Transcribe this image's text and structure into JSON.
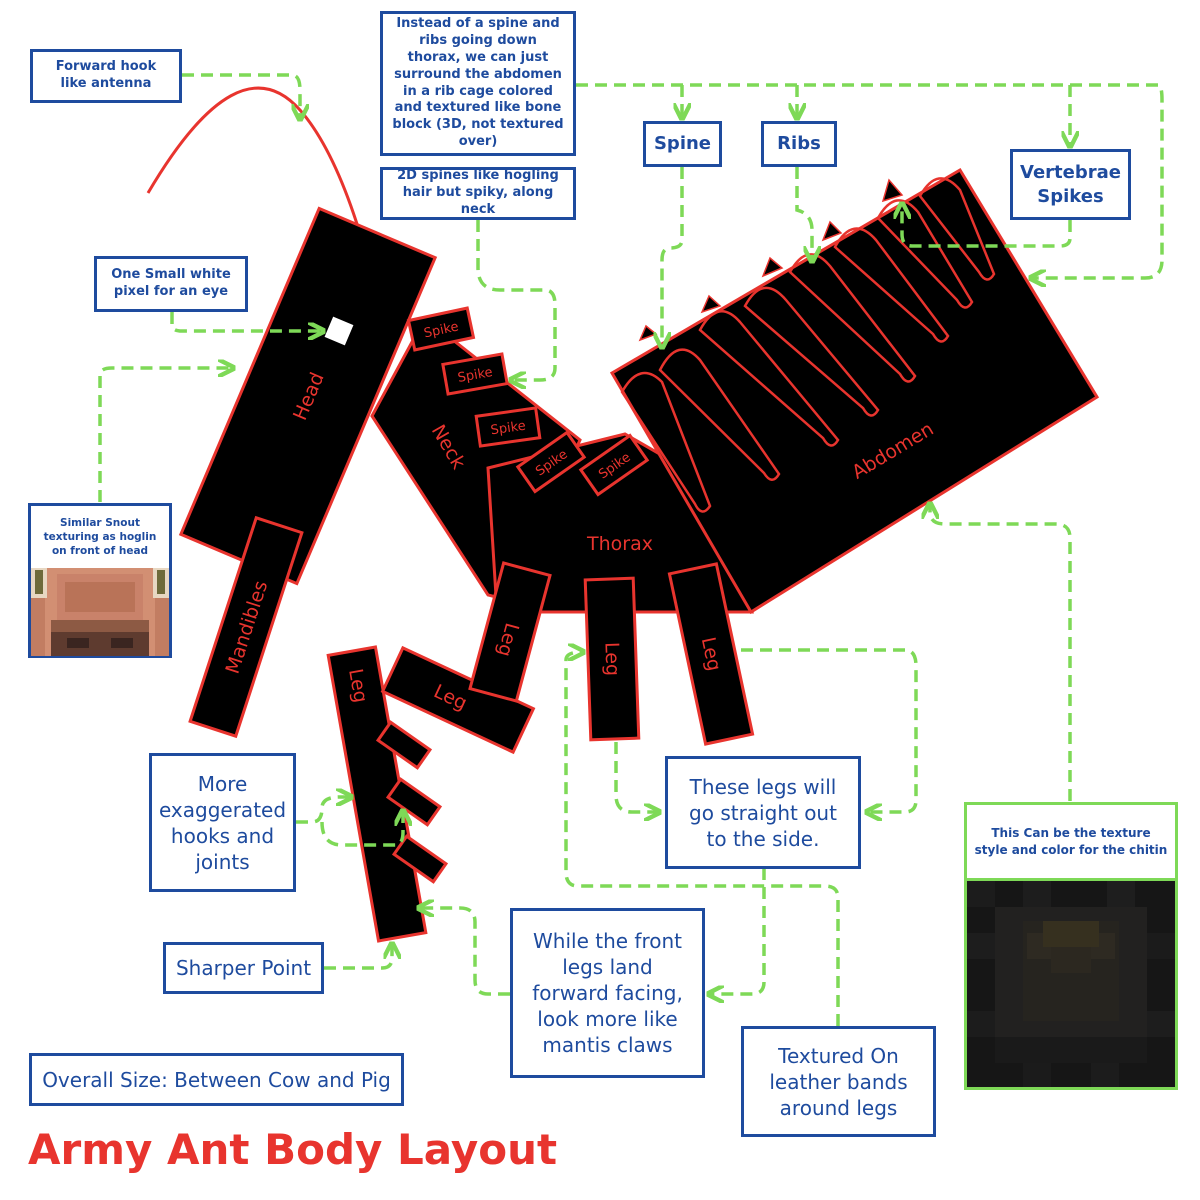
{
  "title": "Army Ant Body Layout",
  "parts": {
    "head": "Head",
    "neck": "Neck",
    "thorax": "Thorax",
    "abdomen": "Abdomen",
    "mandibles": "Mandibles",
    "spike": "Spike",
    "leg": "Leg"
  },
  "notes": {
    "antenna": "Forward hook like antenna",
    "ribcage": "Instead of a spine and ribs going down thorax, we can just surround the abdomen in a rib cage colored and textured like bone block (3D, not textured over)",
    "spines": "2D spines like hogling hair but spiky, along neck",
    "spine": "Spine",
    "ribs": "Ribs",
    "vertebrae": "Vertebrae Spikes",
    "eye": "One Small white pixel for an eye",
    "snout": "Similar Snout texturing as hoglin on front of head",
    "hooks": "More exaggerated hooks and joints",
    "sharper": "Sharper Point",
    "side_legs": "These legs will go straight out to the side.",
    "mantis": "While the front legs land forward facing, look more like mantis claws",
    "bands": "Textured On leather bands around legs",
    "size": "Overall Size: Between Cow and Pig",
    "chitin": "This Can be the texture style and color for the chitin"
  },
  "colors": {
    "outline": "#e8342e",
    "body": "#000000",
    "note_border": "#1e4b9e",
    "connector": "#7ed957"
  }
}
